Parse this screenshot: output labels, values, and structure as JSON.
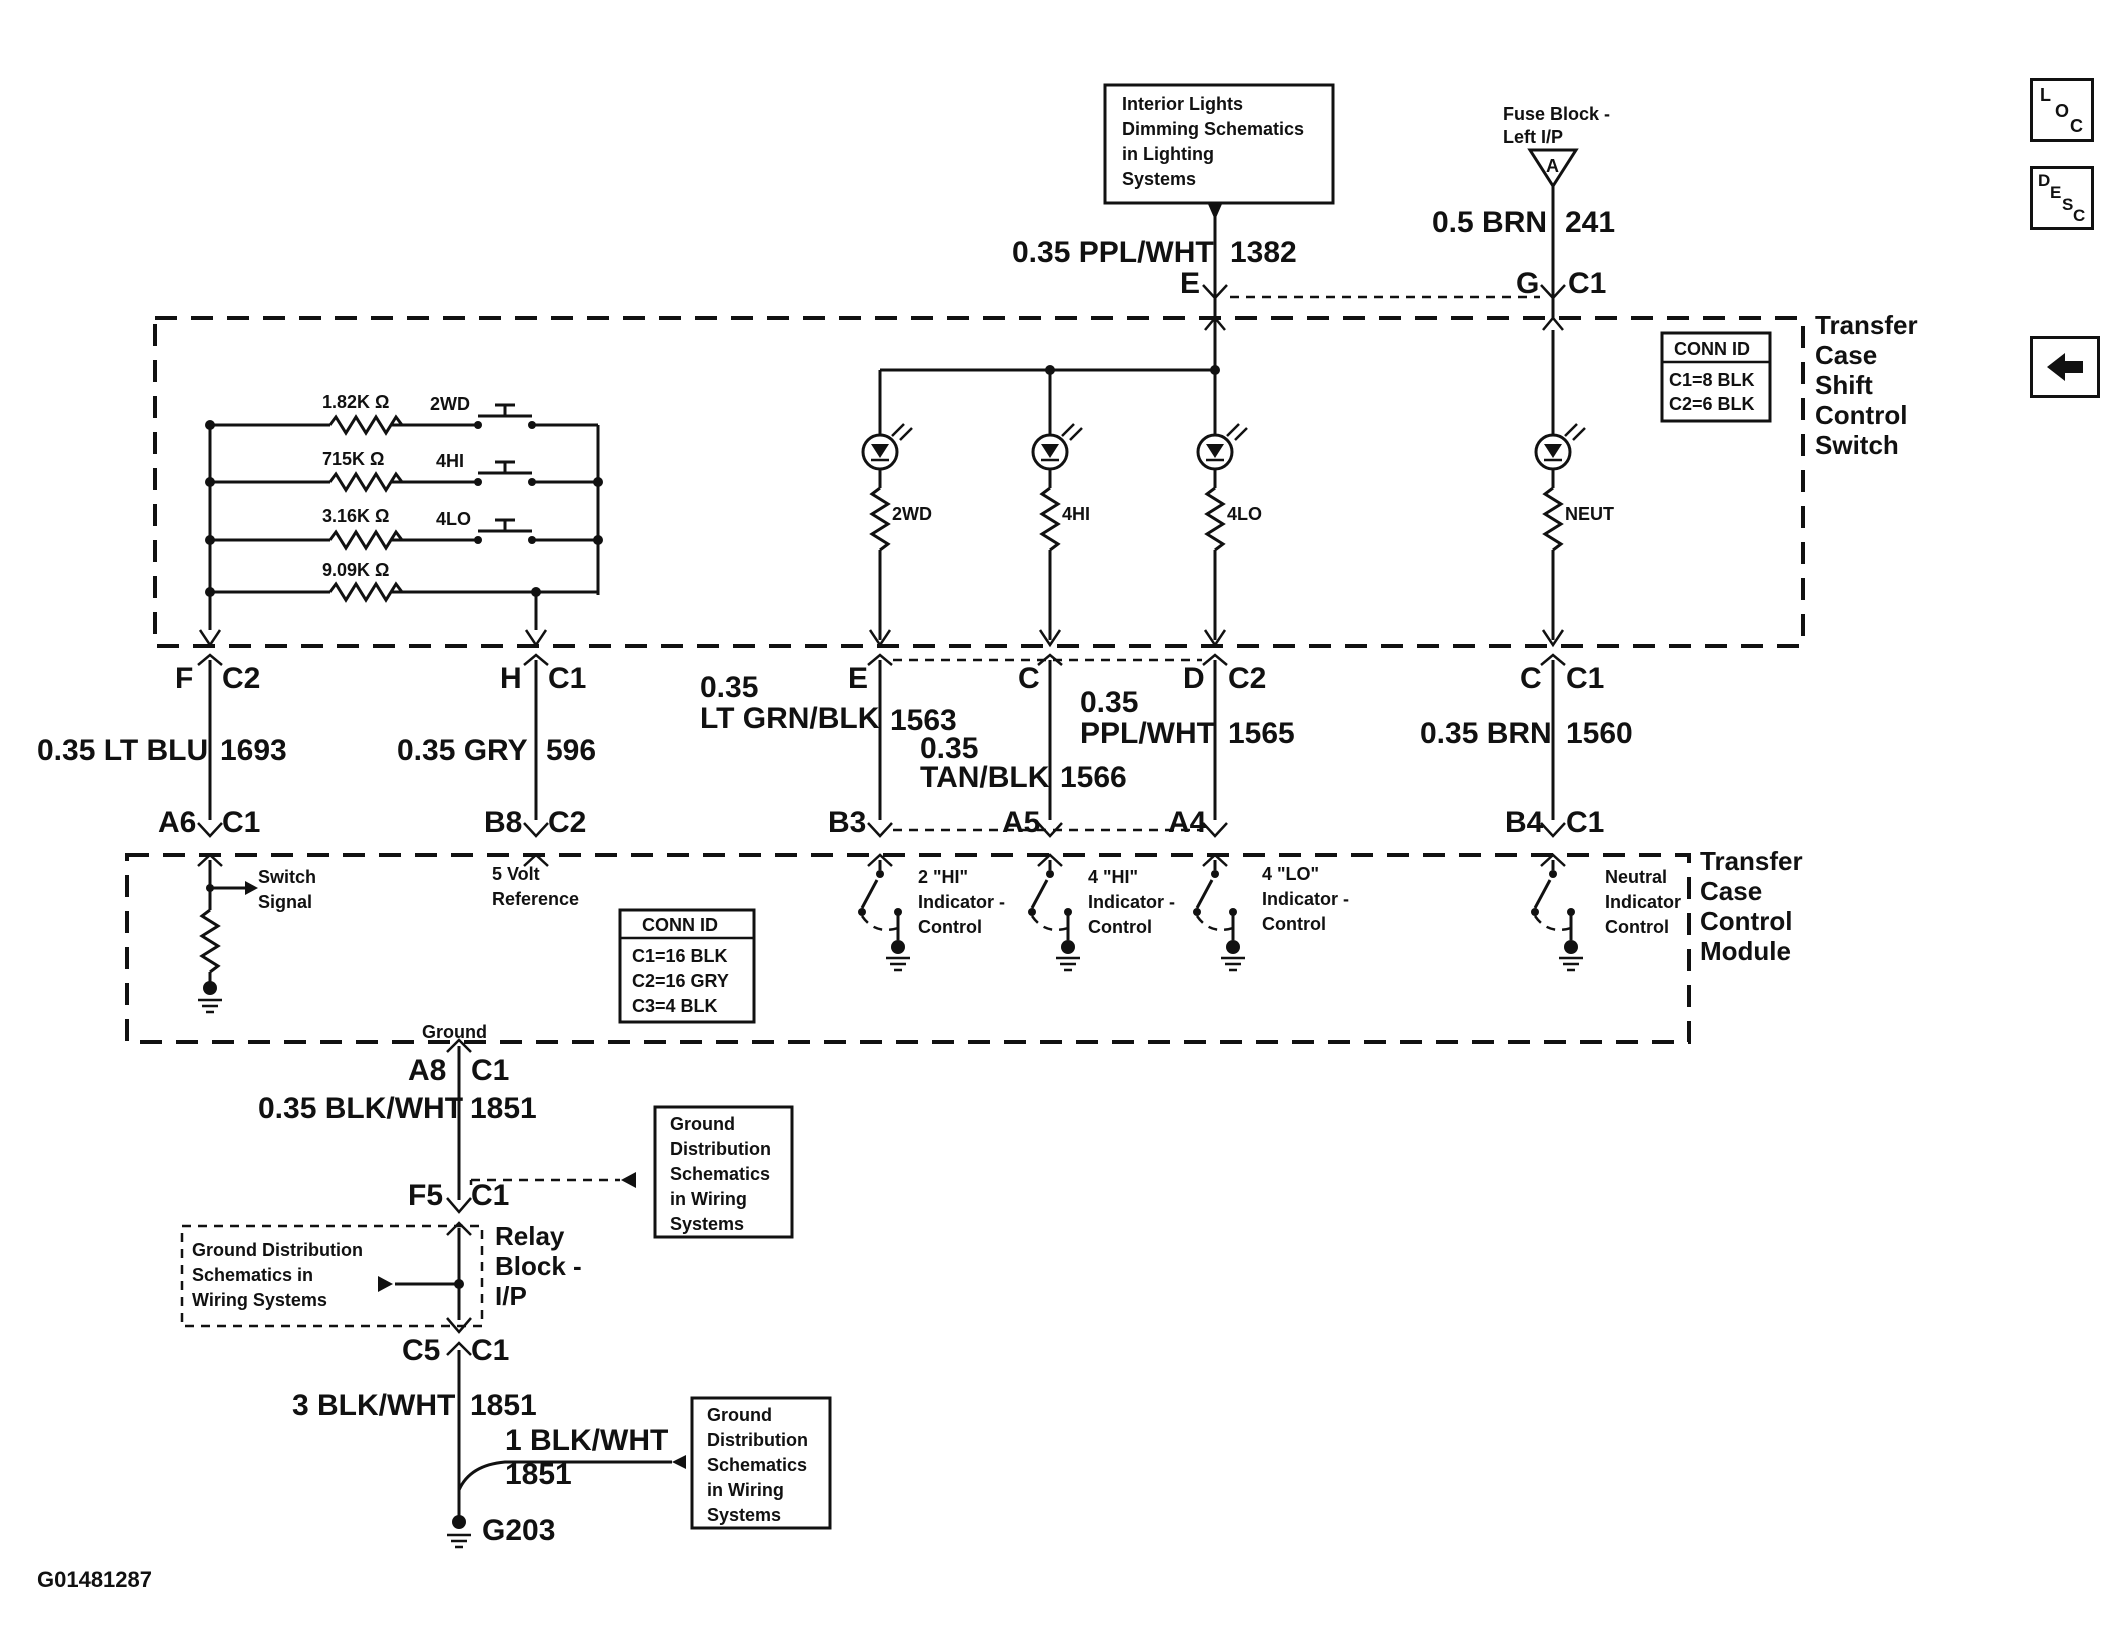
{
  "nav": {
    "loc": {
      "a": "L",
      "b": "O",
      "c": "C"
    },
    "desc": {
      "a": "D",
      "b": "E",
      "c": "S",
      "d": "C"
    },
    "back_icon": "left-arrow-icon"
  },
  "top": {
    "interior_box": [
      "Interior Lights",
      "Dimming Schematics",
      "in Lighting",
      "Systems"
    ],
    "fuse_label": [
      "Fuse Block -",
      "Left I/P"
    ],
    "fuse_pin": "A",
    "wire_ppl": "0.35 PPL/WHT",
    "wire_ppl_num": "1382",
    "wire_brn": "0.5 BRN",
    "wire_brn_num": "241",
    "pin_e": "E",
    "pin_g": "G",
    "conn_c1": "C1"
  },
  "switch": {
    "title": [
      "Transfer",
      "Case",
      "Shift",
      "Control",
      "Switch"
    ],
    "conn_title": "CONN ID",
    "conn": [
      "C1=8 BLK",
      "C2=6 BLK"
    ],
    "resistors": [
      "1.82K Ω",
      "715K Ω",
      "3.16K Ω",
      "9.09K Ω"
    ],
    "switches": [
      "2WD",
      "4HI",
      "4LO"
    ],
    "leds": [
      "2WD",
      "4HI",
      "4LO",
      "NEUT"
    ]
  },
  "mid": {
    "f": "F",
    "c2": "C2",
    "h": "H",
    "c1": "C1",
    "e": "E",
    "c": "C",
    "d": "D",
    "c_n": "C",
    "w1693": "0.35 LT BLU",
    "n1693": "1693",
    "w596": "0.35 GRY",
    "n596": "596",
    "w1563a": "0.35",
    "w1563b": "LT GRN/BLK",
    "n1563": "1563",
    "w1566a": "0.35",
    "w1566b": "TAN/BLK",
    "n1566": "1566",
    "w1565a": "0.35",
    "w1565b": "PPL/WHT",
    "n1565": "1565",
    "w1560": "0.35 BRN",
    "n1560": "1560",
    "a6": "A6",
    "b8": "B8",
    "b3": "B3",
    "a5": "A5",
    "a4": "A4",
    "b4": "B4"
  },
  "module": {
    "title": [
      "Transfer",
      "Case",
      "Control",
      "Module"
    ],
    "switch_signal": [
      "Switch",
      "Signal"
    ],
    "five_volt": [
      "5 Volt",
      "Reference"
    ],
    "conn_title": "CONN ID",
    "conn": [
      "C1=16 BLK",
      "C2=16 GRY",
      "C3=4 BLK"
    ],
    "ind2hi": [
      "2 \"HI\"",
      "Indicator -",
      "Control"
    ],
    "ind4hi": [
      "4 \"HI\"",
      "Indicator -",
      "Control"
    ],
    "ind4lo": [
      "4 \"LO\"",
      "Indicator -",
      "Control"
    ],
    "neutral": [
      "Neutral",
      "Indicator",
      "Control"
    ],
    "ground": "Ground"
  },
  "bottom": {
    "a8": "A8",
    "c1": "C1",
    "w1851a": "0.35 BLK/WHT",
    "n1851a": "1851",
    "f5": "F5",
    "gd_box1": [
      "Ground",
      "Distribution",
      "Schematics",
      "in Wiring",
      "Systems"
    ],
    "relay": [
      "Relay",
      "Block -",
      "I/P"
    ],
    "gd_box2": [
      "Ground Distribution",
      "Schematics in",
      "Wiring Systems"
    ],
    "c5": "C5",
    "w1851b": "3 BLK/WHT",
    "n1851b": "1851",
    "w1851c": "1 BLK/WHT",
    "n1851c": "1851",
    "g203": "G203",
    "gd_box3": [
      "Ground",
      "Distribution",
      "Schematics",
      "in Wiring",
      "Systems"
    ]
  },
  "figure_id": "G01481287"
}
